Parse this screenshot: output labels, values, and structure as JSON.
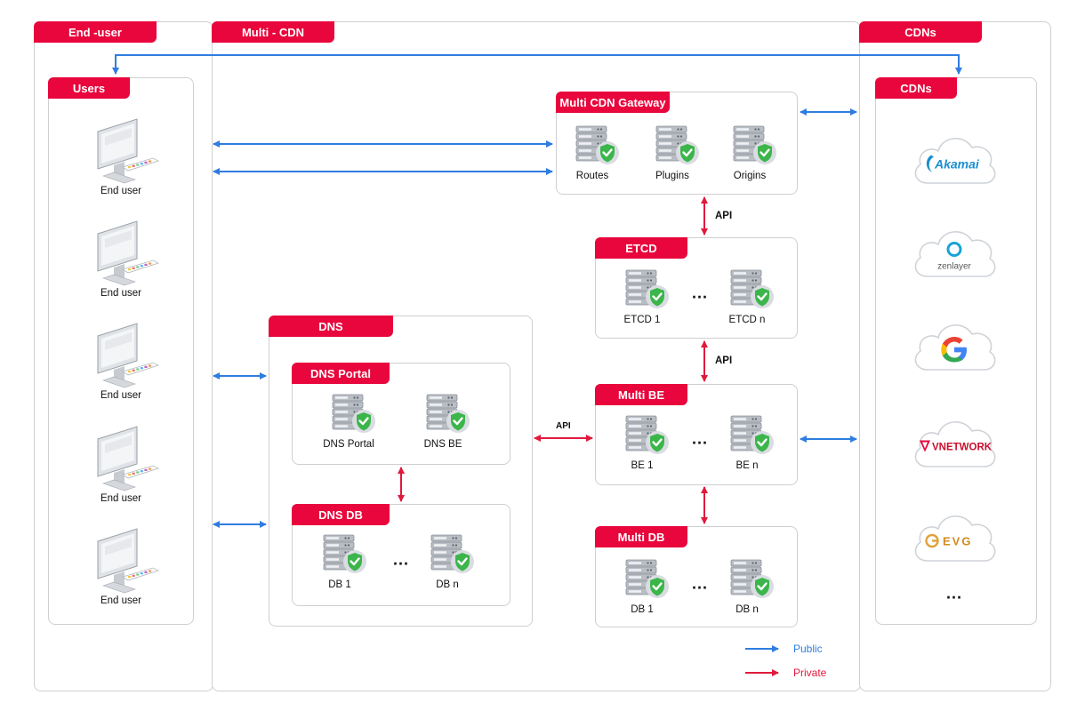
{
  "sections": {
    "end_user": "End -user",
    "multi_cdn": "Multi - CDN",
    "cdns": "CDNs"
  },
  "users": {
    "title": "Users",
    "items": [
      "End user",
      "End user",
      "End user",
      "End user",
      "End user"
    ]
  },
  "gateway": {
    "title": "Multi CDN Gateway",
    "items": [
      "Routes",
      "Plugins",
      "Origins"
    ]
  },
  "etcd": {
    "title": "ETCD",
    "items": [
      "ETCD 1",
      "ETCD n"
    ]
  },
  "multi_be": {
    "title": "Multi BE",
    "items": [
      "BE 1",
      "BE n"
    ]
  },
  "multi_db": {
    "title": "Multi DB",
    "items": [
      "DB 1",
      "DB n"
    ]
  },
  "dns": {
    "title": "DNS",
    "portal": {
      "title": "DNS Portal",
      "items": [
        "DNS Portal",
        "DNS BE"
      ]
    },
    "db": {
      "title": "DNS DB",
      "items": [
        "DB 1",
        "DB n"
      ]
    }
  },
  "cdn_panel": {
    "title": "CDNs",
    "providers": [
      "Akamai",
      "zenlayer",
      "G",
      "VNETWORK",
      "EVG"
    ],
    "more": "..."
  },
  "api_labels": {
    "gw_etcd": "API",
    "etcd_be": "API",
    "dns_be": "API"
  },
  "legend": {
    "public": "Public",
    "private": "Private"
  },
  "ellipsis": "..."
}
